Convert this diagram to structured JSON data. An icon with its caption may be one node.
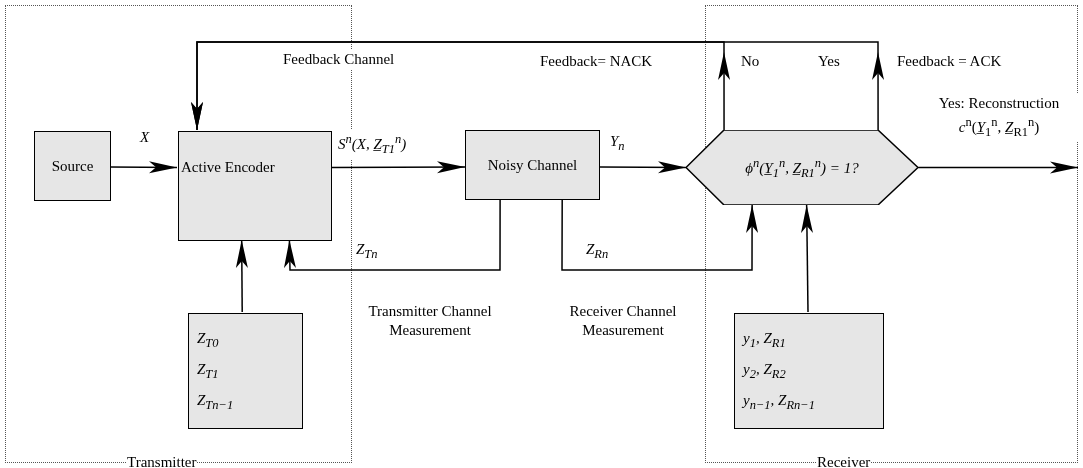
{
  "diagram": {
    "nodes": [
      {
        "text": [
          "Transmitter"
        ]
      },
      {
        "text": [
          "Receiver"
        ]
      },
      {
        "text": [
          "Source"
        ],
        "in": 0
      },
      {
        "text": [
          "Active Encoder"
        ],
        "in": 0
      },
      {
        "text": [
          "Noisy Channel"
        ]
      },
      {
        "text": [
          "ϕ$^{n}$(Y̲$_{1}$$^{n}$, Z̲$_{R1}$$^{n}$) = 1?"
        ]
      },
      {
        "text": [
          "Z$_{T0}$",
          "Z$_{T1}$",
          "Z$_{Tn−1}$"
        ],
        "in": 0
      },
      {
        "text": [
          "y$_{1}$, Z$_{R1}$",
          "y$_{2}$, Z$_{R2}$",
          "y$_{n−1}$, Z$_{Rn−1}$"
        ],
        "in": 1
      }
    ],
    "edges": [
      {
        "from": 2,
        "to": 3,
        "arrow": "to",
        "label": "X"
      },
      {
        "from": 3,
        "to": 4,
        "arrow": "to",
        "label": "S$^{n}$(X, Z̲$_{T1}$$^{n}$)"
      },
      {
        "from": 4,
        "to": 5,
        "arrow": "to",
        "label": "Y$_{n}$"
      },
      {
        "from": 5,
        "to": 1,
        "arrow": "to",
        "label": "Yes: Reconstruction *c*$^{n}$(*Y̲*$_{1}$$^{n}$, *Z̲*$_{R1}$$^{n}$)"
      },
      {
        "from": 4,
        "to": 3,
        "arrow": "to",
        "label": "Z$_{Tn}$"
      },
      {
        "from": 4,
        "to": 5,
        "arrow": "to",
        "label": "Z$_{Rn}$"
      },
      {
        "from": 6,
        "to": 3,
        "arrow": "to"
      },
      {
        "from": 7,
        "to": 5,
        "arrow": "to"
      },
      {
        "from": 5,
        "to": 3,
        "arrow": "to",
        "label": "No"
      },
      {
        "from": 5,
        "to": 3,
        "arrow": "to",
        "label": "Yes"
      }
    ],
    "labels": [
      "Feedback Channel",
      "Feedback= NACK",
      "Feedback = ACK",
      "Transmitter Channel Measurement",
      "Receiver Channel Measurement"
    ]
  }
}
